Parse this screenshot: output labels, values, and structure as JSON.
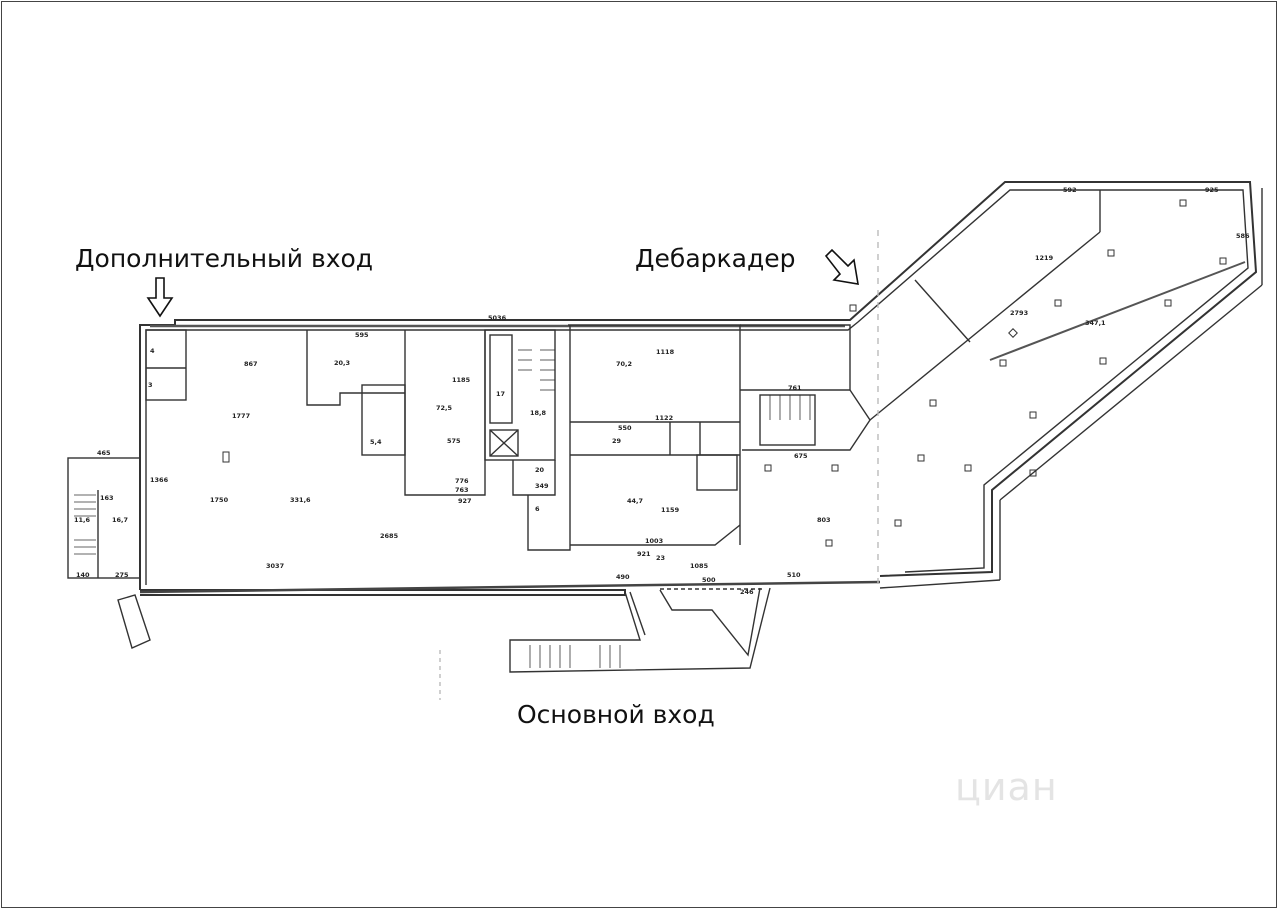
{
  "labels": {
    "extra_entrance": "Дополнительный вход",
    "loading_dock": "Дебаркадер",
    "main_entrance": "Основной вход"
  },
  "watermark": "циан",
  "dimensions": {
    "top_total": "5036",
    "r14_area": "331,6",
    "r14_a": "1750",
    "r14_b": "1777",
    "r14_c": "867",
    "r14_d": "2685",
    "r14_e": "3037",
    "r14_f": "1366",
    "r9_area": "20,3",
    "r9_w": "595",
    "r16_area": "72,5",
    "r16_h": "1185",
    "r16_w": "575",
    "r16_b": "776",
    "r16_c": "763",
    "r16_d": "927",
    "r31_area": "70,2",
    "r31_w": "1118",
    "r31_b": "1122",
    "r28_area": "44,7",
    "r28_w": "1159",
    "r28_b": "1003",
    "r29": "29",
    "r29_w": "550",
    "r23": "23",
    "r23_w": "1085",
    "r23_b": "500",
    "r23_c": "921",
    "r17": "17",
    "r19_area": "18,8",
    "r20": "20",
    "r20_w": "349",
    "r6": "6",
    "r3": "3",
    "r4": "4",
    "r13_area": "5,4",
    "r2_area": "16,7",
    "r1_area": "11,6",
    "annex_w": "465",
    "annex_b": "163",
    "annex_c": "140",
    "annex_d": "275",
    "e_w": "490",
    "e_b": "510",
    "e_c": "246",
    "r32_w": "761",
    "r18_w": "592",
    "r18_b": "925",
    "r18_h": "586",
    "r18_c": "1219",
    "r18_d": "2793",
    "r34_area": "347,1",
    "r_803": "803",
    "r_675": "675"
  }
}
